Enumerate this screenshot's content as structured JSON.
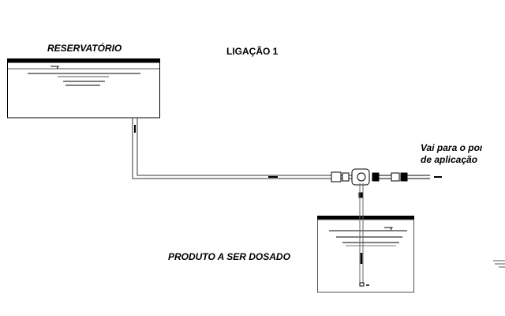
{
  "labels": {
    "reservoir": "RESERVATÓRIO",
    "connection": "LIGAÇÃO 1",
    "product": "PRODUTO A SER DOSADO",
    "destination_line1": "Vai para o poı",
    "destination_line2": "de aplicação"
  },
  "colors": {
    "line": "#000000",
    "pipe": "#555555"
  }
}
